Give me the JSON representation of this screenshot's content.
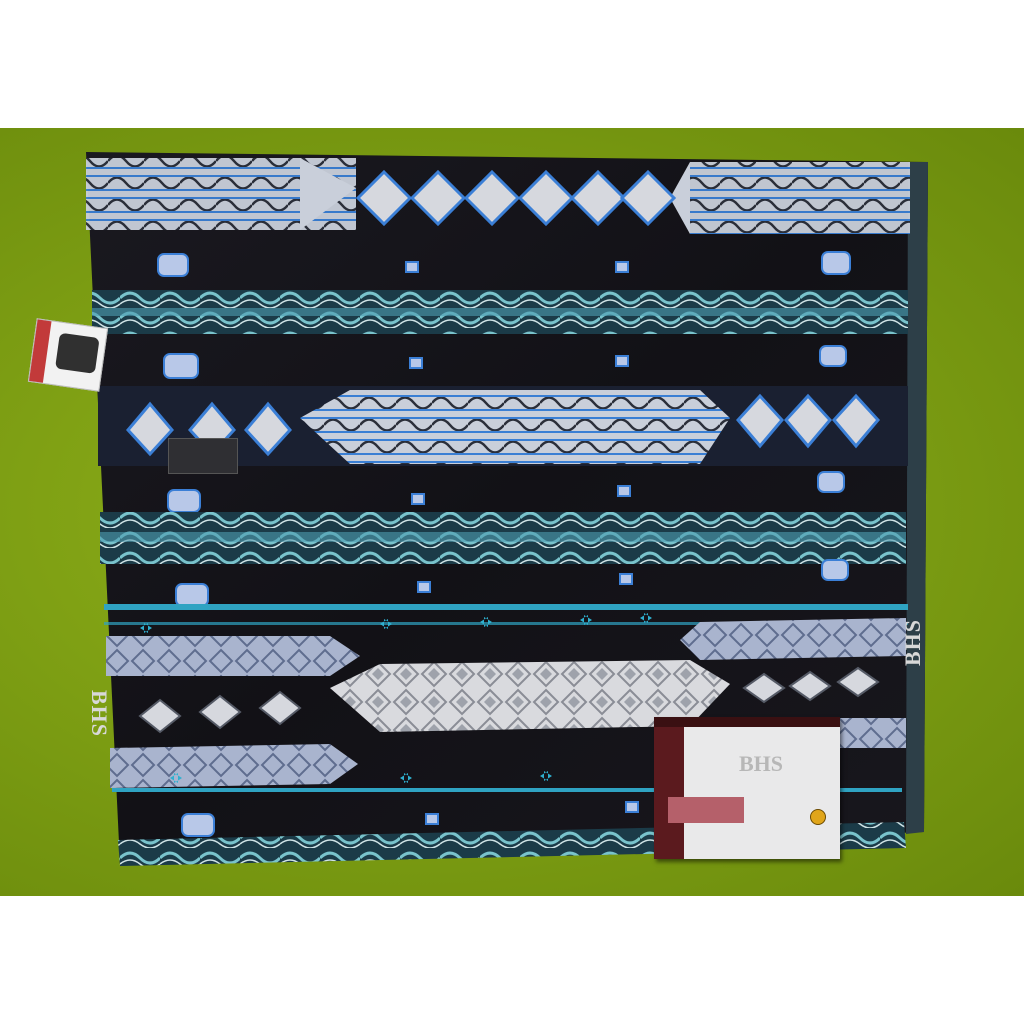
{
  "scene": {
    "description_kind": "photo",
    "background_color": "#7fa014",
    "cloth_base_color": "#131217",
    "accent_blue": "#3b7fd6",
    "accent_teal": "#5fb8c2",
    "accent_grey": "#cfd2d8"
  },
  "cloth": {
    "stamp_left": "BHS",
    "stamp_right": "BHS"
  },
  "box": {
    "brand": "BHS"
  }
}
